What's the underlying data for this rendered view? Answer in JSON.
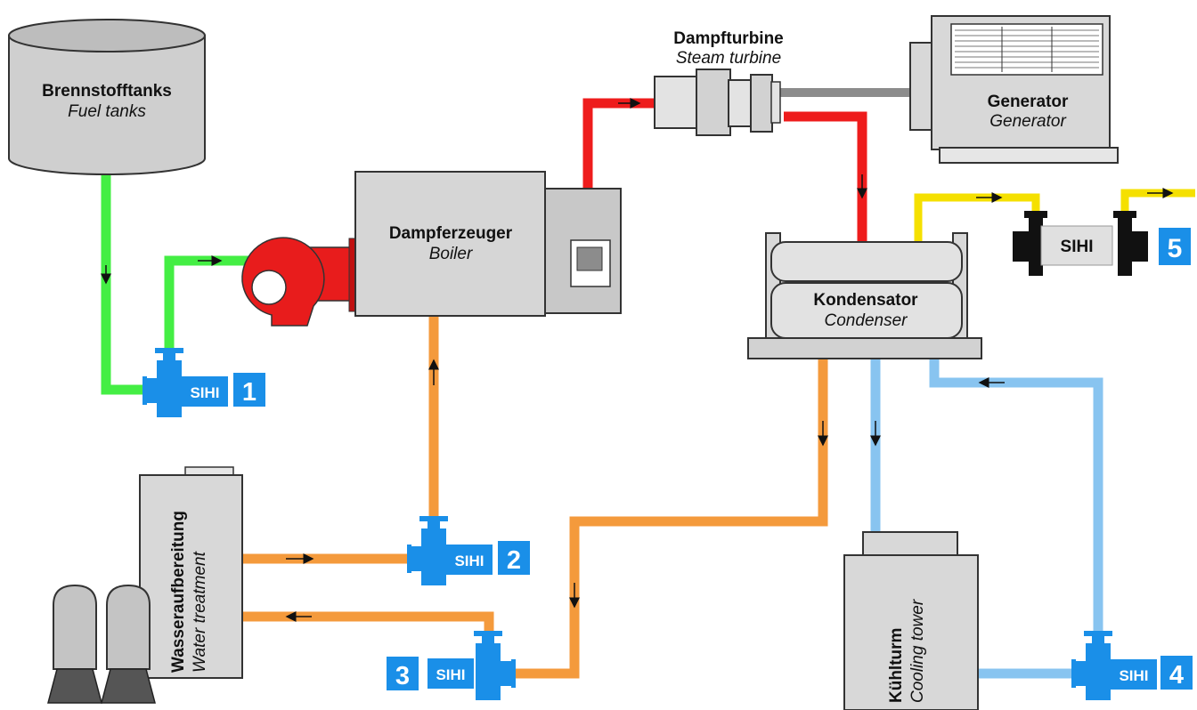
{
  "colors": {
    "fuel": "#44ee44",
    "steam": "#ee1c1c",
    "water": "#f49a3c",
    "cooling": "#88c4f0",
    "yellow": "#f5e000",
    "pump": "#1a8fe8",
    "equipment": "#dcdcdc",
    "outline": "#333333"
  },
  "components": {
    "fuel_tanks": {
      "label_de": "Brennstofftanks",
      "label_en": "Fuel tanks"
    },
    "boiler": {
      "label_de": "Dampferzeuger",
      "label_en": "Boiler"
    },
    "steam_turbine": {
      "label_de": "Dampfturbine",
      "label_en": "Steam turbine"
    },
    "generator": {
      "label_de": "Generator",
      "label_en": "Generator"
    },
    "condenser": {
      "label_de": "Kondensator",
      "label_en": "Condenser"
    },
    "water_treatment": {
      "label_de": "Wasseraufbereitung",
      "label_en": "Water treatment"
    },
    "cooling_tower": {
      "label_de": "Kühlturm",
      "label_en": "Cooling tower"
    }
  },
  "pumps": [
    {
      "brand": "SIHI",
      "number": "1"
    },
    {
      "brand": "SIHI",
      "number": "2"
    },
    {
      "brand": "SIHI",
      "number": "3"
    },
    {
      "brand": "SIHI",
      "number": "4"
    },
    {
      "brand": "SIHI",
      "number": "5"
    }
  ]
}
